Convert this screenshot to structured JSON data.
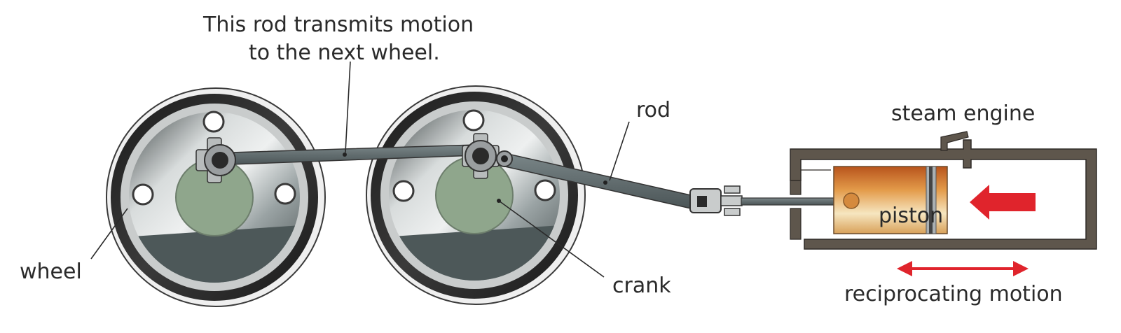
{
  "labels": {
    "rod_note_line1": "This rod transmits motion",
    "rod_note_line2": "to the next wheel.",
    "rod": "rod",
    "steam_engine": "steam engine",
    "wheel": "wheel",
    "crank": "crank",
    "piston": "piston",
    "reciprocating_motion": "reciprocating motion"
  },
  "colors": {
    "tire": "#2b2b2b",
    "rim": "#d9d9d9",
    "disc": "#a9b0b0",
    "hub": "#8fa68c",
    "rod": "#5f6c6e",
    "cylinder": "#5e564c",
    "piston": "#d88a3a",
    "arrow": "#e0242c"
  }
}
